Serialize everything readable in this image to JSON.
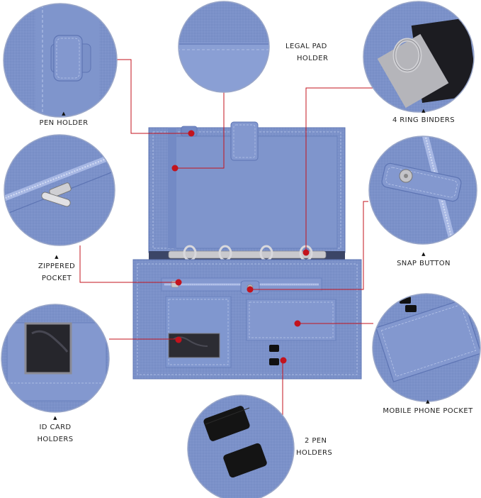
{
  "image": {
    "subject": "blue leather padfolio organizer",
    "colors": {
      "leather": "#7b91c9",
      "leather_dark": "#5d74b3",
      "stitch": "#b9c7ea",
      "callout": "#c3131d",
      "metal": "#b8b8bc"
    }
  },
  "callouts": {
    "pen_holder": "PEN HOLDER",
    "legal_pad_holder": [
      "LEGAL PAD",
      "HOLDER"
    ],
    "ring_binders": "4 RING BINDERS",
    "zippered_pocket": [
      "ZIPPERED",
      "POCKET"
    ],
    "snap_button": "SNAP BUTTON",
    "id_card_holders": [
      "ID CARD",
      "HOLDERS"
    ],
    "mobile_phone_pocket": "MOBILE PHONE POCKET",
    "pen_holders_2": [
      "2 PEN",
      "HOLDERS"
    ]
  }
}
